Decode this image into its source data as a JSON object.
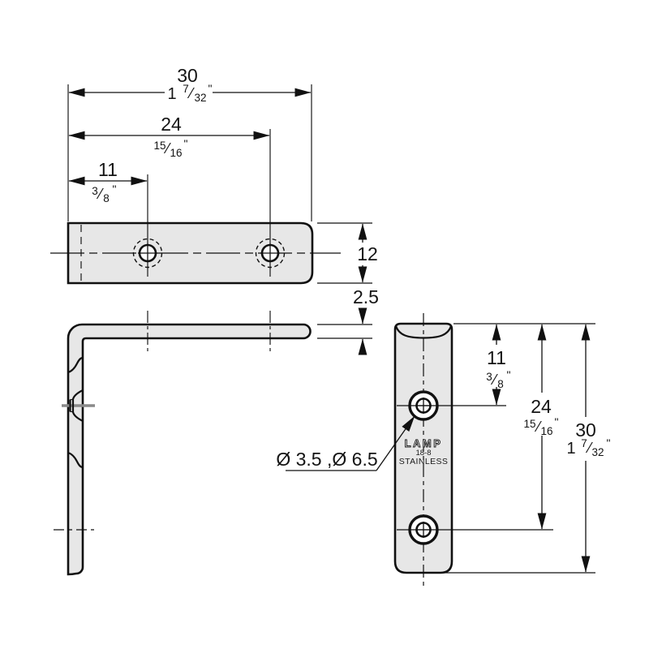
{
  "meta": {
    "drawing_type": "technical-dimension-drawing",
    "background_color": "#ffffff",
    "line_color": "#111111",
    "part_fill_color": "#e7e7e7",
    "countersink_centerline_color": "#8a8a8a"
  },
  "dims": {
    "overall_mm": "30",
    "overall_in_whole": "1",
    "overall_in_num": "7",
    "overall_in_den": "32",
    "span_mm": "24",
    "span_in_num": "15",
    "span_in_den": "16",
    "offset_mm": "11",
    "offset_in_num": "3",
    "offset_in_den": "8",
    "width_mm": "12",
    "thickness_mm": "2.5"
  },
  "marks": {
    "inch": "\"",
    "frac_slash": "⁄"
  },
  "callout": {
    "text": "Ø 3.5 ,Ø 6.5"
  },
  "stamp": {
    "brand": "LAMP",
    "grade": "18-8",
    "material": "STAINLESS"
  }
}
